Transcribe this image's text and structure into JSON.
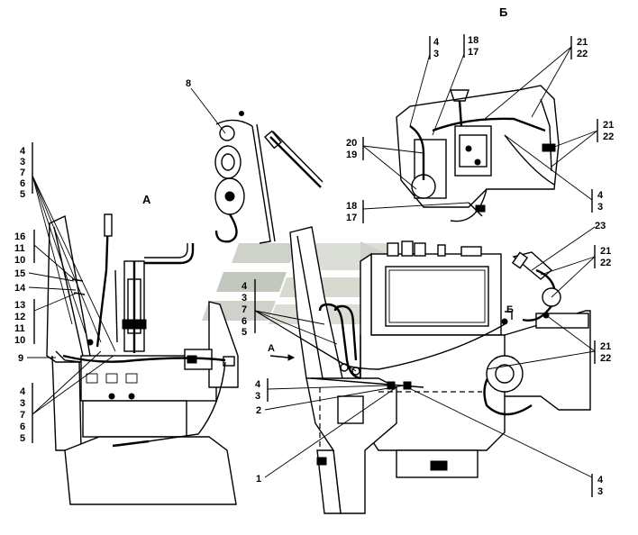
{
  "views": {
    "view_a": "А",
    "view_b": "Б",
    "arrow_a": "А",
    "arrow_b": "Б"
  },
  "callouts": [
    {
      "id": "c-left-top",
      "labels": [
        "4",
        "3",
        "7",
        "6",
        "5"
      ]
    },
    {
      "id": "c-left-mid",
      "labels": [
        "16",
        "11",
        "10"
      ]
    },
    {
      "id": "c-left-15",
      "labels": [
        "15"
      ]
    },
    {
      "id": "c-left-14",
      "labels": [
        "14"
      ]
    },
    {
      "id": "c-left-lower",
      "labels": [
        "13",
        "12",
        "11",
        "10"
      ]
    },
    {
      "id": "c-left-9",
      "labels": [
        "9"
      ]
    },
    {
      "id": "c-left-bottom",
      "labels": [
        "4",
        "3",
        "7",
        "6",
        "5"
      ]
    },
    {
      "id": "c-8",
      "labels": [
        "8"
      ]
    },
    {
      "id": "c-center",
      "labels": [
        "4",
        "3",
        "7",
        "6",
        "5"
      ]
    },
    {
      "id": "c-center-43",
      "labels": [
        "4",
        "3"
      ]
    },
    {
      "id": "c-2",
      "labels": [
        "2"
      ]
    },
    {
      "id": "c-1",
      "labels": [
        "1"
      ]
    },
    {
      "id": "c-b-top-43",
      "labels": [
        "4",
        "3"
      ]
    },
    {
      "id": "c-b-top-1817",
      "labels": [
        "18",
        "17"
      ]
    },
    {
      "id": "c-b-top-2122",
      "labels": [
        "21",
        "22"
      ]
    },
    {
      "id": "c-b-right-2122",
      "labels": [
        "21",
        "22"
      ]
    },
    {
      "id": "c-b-2019",
      "labels": [
        "20",
        "19"
      ]
    },
    {
      "id": "c-b-1817",
      "labels": [
        "18",
        "17"
      ]
    },
    {
      "id": "c-b-right-43",
      "labels": [
        "4",
        "3"
      ]
    },
    {
      "id": "c-23",
      "labels": [
        "23"
      ]
    },
    {
      "id": "c-r-2122-a",
      "labels": [
        "21",
        "22"
      ]
    },
    {
      "id": "c-r-2122-b",
      "labels": [
        "21",
        "22"
      ]
    },
    {
      "id": "c-r-bottom-43",
      "labels": [
        "4",
        "3"
      ]
    }
  ],
  "colors": {
    "ink": "#000000",
    "background": "#ffffff",
    "watermark_dark": "#b9bfb4",
    "watermark_light": "#d4d9cf"
  },
  "icons": {
    "watermark": "stylized-arrows-logo"
  }
}
